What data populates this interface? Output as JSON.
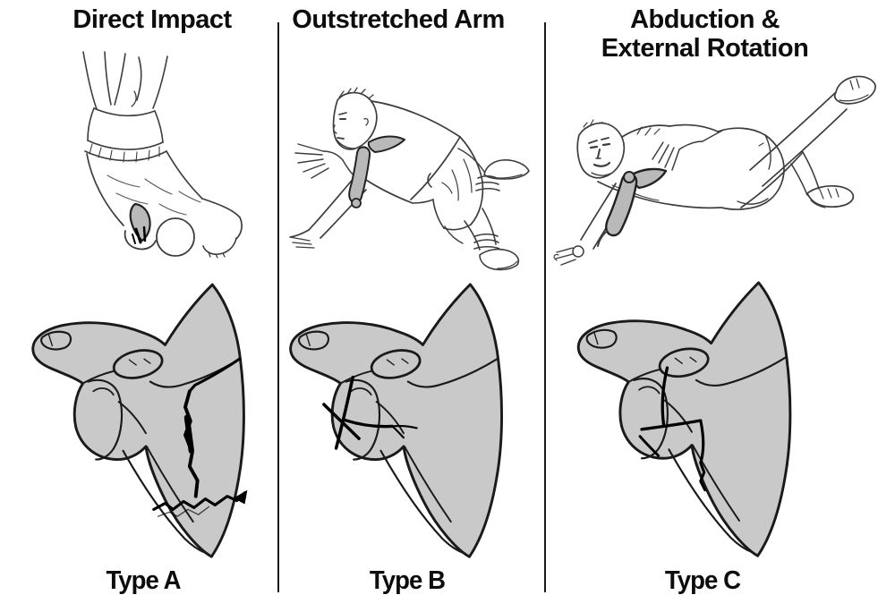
{
  "colors": {
    "background": "#ffffff",
    "text": "#0d0d0d",
    "divider": "#1a1a1a",
    "bone_fill": "#c9c9c9",
    "bone_outline": "#1a1a1a",
    "fracture_line": "#000000",
    "sketch_line": "#3d3d3d",
    "highlight_fill": "#b9b9b9"
  },
  "panels": [
    {
      "title": "Direct Impact",
      "title_lines": [
        "Direct Impact"
      ],
      "type_label": "Type A",
      "mechanism_illustration": "person-falling-headfirst-landing-on-shoulder-sketch",
      "bone_illustration": "scapula-with-vertical-body-fracture-and-inferior-transverse-fracture",
      "highlighted_structure": "scapula"
    },
    {
      "title": "Outstretched Arm",
      "title_lines": [
        "Outstretched Arm"
      ],
      "type_label": "Type B",
      "mechanism_illustration": "person-falling-forward-on-outstretched-arm-sketch",
      "bone_illustration": "scapula-with-cross-shaped-glenoid-fracture",
      "highlighted_structure": "scapula-and-humerus"
    },
    {
      "title": "Abduction & External Rotation",
      "title_lines": [
        "Abduction &",
        "External Rotation"
      ],
      "type_label": "Type C",
      "mechanism_illustration": "person-supine-arm-abducted-externally-rotated-leg-raised-sketch",
      "bone_illustration": "scapula-with-vertical-glenoid-neck-fracture",
      "highlighted_structure": "scapula-and-humerus"
    }
  ]
}
